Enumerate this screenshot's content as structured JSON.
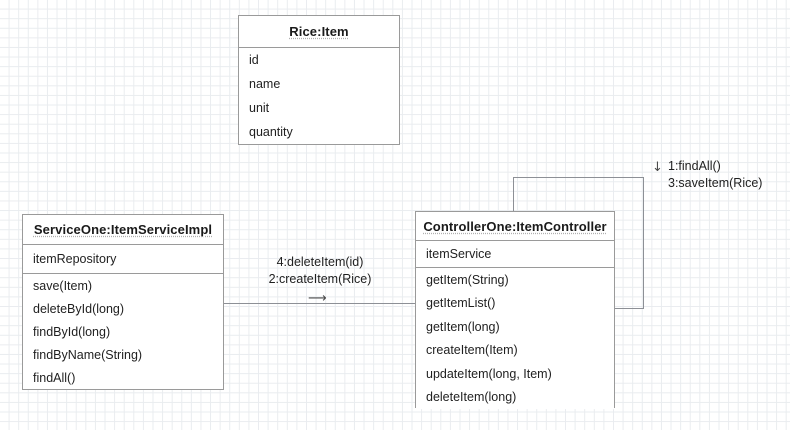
{
  "diagram": {
    "type": "uml-collaboration-diagram",
    "background": "graph-paper-grid",
    "grid_color": "#e9ecef",
    "border_color": "#9a9a9a",
    "connector_color": "#8d9096",
    "text_color": "#1f1f1f"
  },
  "classes": [
    {
      "id": "rice-item",
      "title": "Rice:Item",
      "attributes": [
        "id",
        "name",
        "unit",
        "quantity"
      ],
      "operations": []
    },
    {
      "id": "service-one",
      "title": "ServiceOne:ItemServiceImpl",
      "attributes": [
        "itemRepository"
      ],
      "operations": [
        "save(Item)",
        "deleteById(long)",
        "findById(long)",
        "findByName(String)",
        "findAll()"
      ]
    },
    {
      "id": "controller-one",
      "title": "ControllerOne:ItemController",
      "attributes": [
        "itemService"
      ],
      "operations": [
        "getItem(String)",
        "getItemList()",
        "getItem(long)",
        "createItem(Item)",
        "updateItem(long, Item)",
        "deleteItem(long)"
      ]
    }
  ],
  "messages": {
    "controller_to_service": {
      "lines": [
        "4:deleteItem(id)",
        "2:createItem(Rice)"
      ],
      "arrow": "arrow-right-icon"
    },
    "self_loop": {
      "lines": [
        "1:findAll()",
        "3:saveItem(Rice)"
      ],
      "arrow": "arrow-down-icon"
    }
  },
  "glyphs": {
    "arrow_right": "⟶",
    "arrow_down": "↓"
  }
}
